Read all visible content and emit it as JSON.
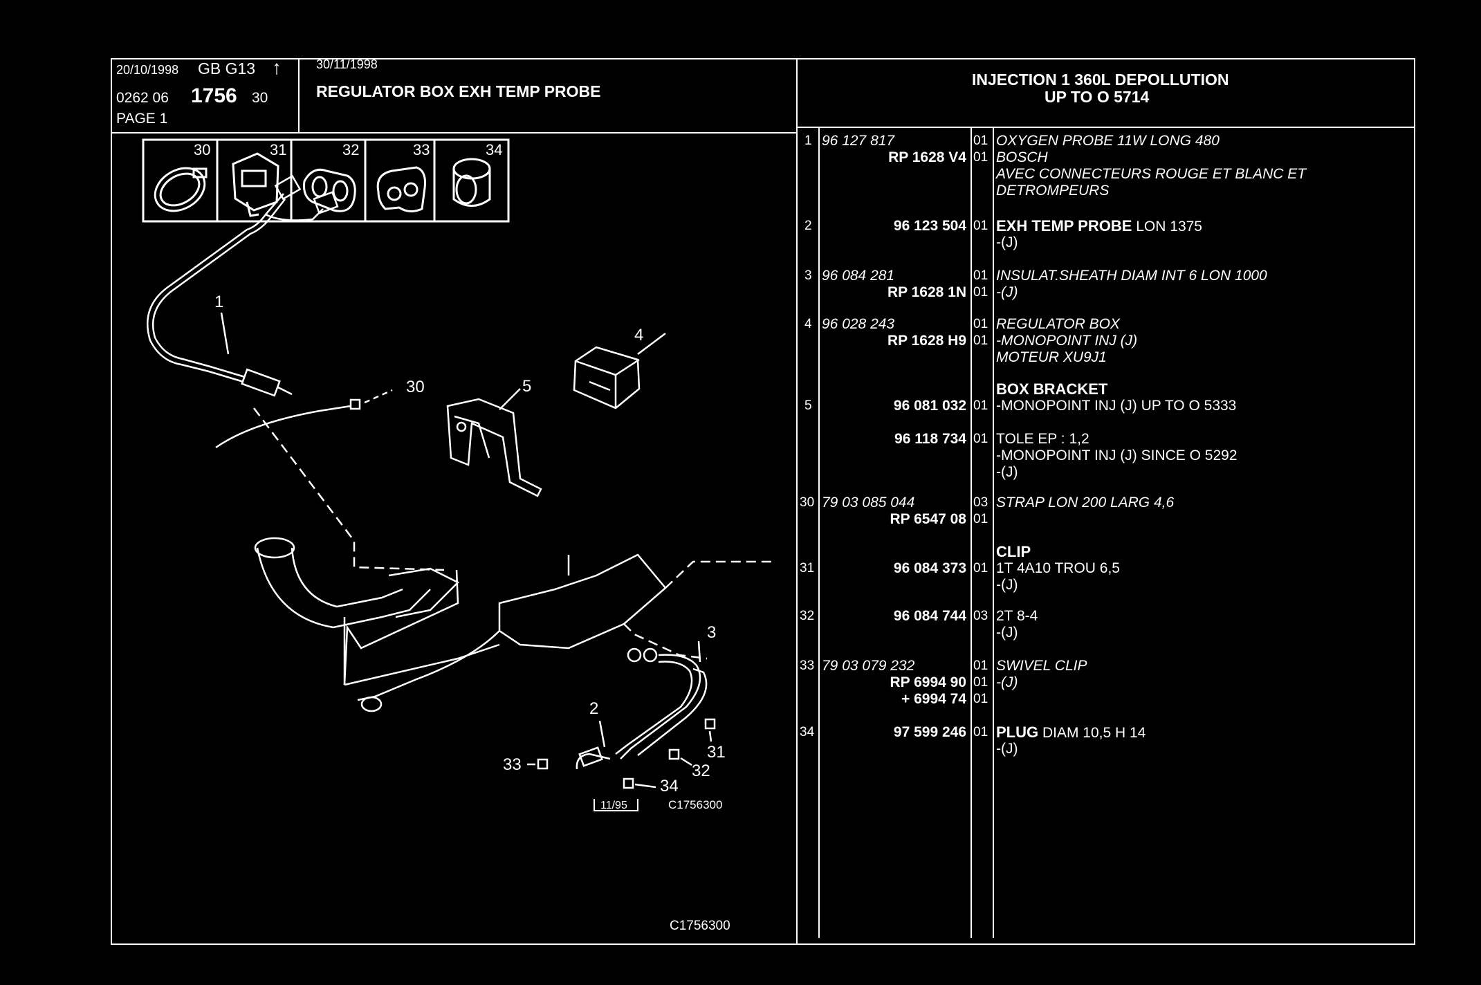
{
  "header": {
    "date1": "20/10/1998",
    "code_gb": "GB G13",
    "arrow": "↑",
    "ref_prefix": "0262 06",
    "ref_main": "1756",
    "ref_suffix": "30",
    "page": "PAGE 1",
    "date2": "30/11/1998",
    "title": "REGULATOR BOX EXH TEMP PROBE",
    "section_line1": "INJECTION 1 360L DEPOLLUTION",
    "section_line2": "UP TO O 5714"
  },
  "thumbnails": [
    "30",
    "31",
    "32",
    "33",
    "34"
  ],
  "diagram": {
    "callouts": [
      "1",
      "4",
      "30",
      "5",
      "3",
      "2",
      "31",
      "32",
      "33",
      "34"
    ],
    "date_box": "11/95",
    "ref_small": "C1756300",
    "ref_bottom": "C1756300"
  },
  "parts": [
    {
      "rn": "1",
      "pn": "96 127 817",
      "pn_italic": true,
      "q": "01",
      "desc": [
        {
          "bold": "",
          "text": "OXYGEN PROBE 11W LONG 480",
          "italic": true
        }
      ]
    },
    {
      "rn": "",
      "pn": "RP 1628 V4",
      "pn_bold": true,
      "q": "01",
      "desc": [
        {
          "bold": "",
          "text": "BOSCH",
          "italic": true
        },
        {
          "bold": "",
          "text": "AVEC CONNECTEURS ROUGE ET BLANC ET",
          "italic": true
        },
        {
          "bold": "",
          "text": "DETROMPEURS",
          "italic": true
        }
      ]
    },
    {
      "rn": "2",
      "pn": "96 123 504",
      "pn_bold": true,
      "q": "01",
      "desc": [
        {
          "bold": "EXH TEMP PROBE",
          "text": " LON 1375"
        },
        {
          "bold": "",
          "text": "-(J)"
        }
      ]
    },
    {
      "rn": "3",
      "pn": "96 084 281",
      "pn_italic": true,
      "q": "01",
      "desc": [
        {
          "bold": "",
          "text": "INSULAT.SHEATH DIAM INT 6 LON 1000",
          "italic": true
        }
      ]
    },
    {
      "rn": "",
      "pn": "RP 1628 1N",
      "pn_bold": true,
      "q": "01",
      "desc": [
        {
          "bold": "",
          "text": "-(J)",
          "italic": true
        }
      ]
    },
    {
      "rn": "4",
      "pn": "96 028 243",
      "pn_italic": true,
      "q": "01",
      "desc": [
        {
          "bold": "",
          "text": "REGULATOR BOX",
          "italic": true
        }
      ]
    },
    {
      "rn": "",
      "pn": "RP 1628 H9",
      "pn_bold": true,
      "q": "01",
      "desc": [
        {
          "bold": "",
          "text": "-MONOPOINT INJ (J)",
          "italic": true
        },
        {
          "bold": "",
          "text": "MOTEUR XU9J1",
          "italic": true
        }
      ]
    },
    {
      "rn": "",
      "pn": "",
      "q": "",
      "desc": [
        {
          "bold": "BOX BRACKET",
          "text": ""
        }
      ]
    },
    {
      "rn": "5",
      "pn": "96 081 032",
      "pn_bold": true,
      "q": "01",
      "desc": [
        {
          "bold": "",
          "text": "-MONOPOINT INJ (J) UP TO O 5333"
        }
      ]
    },
    {
      "rn": "",
      "pn": "96 118 734",
      "pn_bold": true,
      "q": "01",
      "desc": [
        {
          "bold": "",
          "text": "TOLE EP : 1,2"
        },
        {
          "bold": "",
          "text": "-MONOPOINT INJ (J) SINCE O 5292"
        },
        {
          "bold": "",
          "text": "-(J)"
        }
      ]
    },
    {
      "rn": "30",
      "pn": "79 03 085 044",
      "pn_italic": true,
      "q": "03",
      "desc": [
        {
          "bold": "",
          "text": "STRAP LON 200 LARG 4,6",
          "italic": true
        }
      ]
    },
    {
      "rn": "",
      "pn": "RP 6547 08",
      "pn_bold": true,
      "q": "01",
      "desc": []
    },
    {
      "rn": "",
      "pn": "",
      "q": "",
      "desc": [
        {
          "bold": "CLIP",
          "text": ""
        }
      ]
    },
    {
      "rn": "31",
      "pn": "96 084 373",
      "pn_bold": true,
      "q": "01",
      "desc": [
        {
          "bold": "",
          "text": "1T 4A10 TROU 6,5"
        },
        {
          "bold": "",
          "text": "-(J)"
        }
      ]
    },
    {
      "rn": "32",
      "pn": "96 084 744",
      "pn_bold": true,
      "q": "03",
      "desc": [
        {
          "bold": "",
          "text": "2T 8-4"
        },
        {
          "bold": "",
          "text": "-(J)"
        }
      ]
    },
    {
      "rn": "33",
      "pn": "79 03 079 232",
      "pn_italic": true,
      "q": "01",
      "desc": [
        {
          "bold": "",
          "text": "SWIVEL CLIP",
          "italic": true
        }
      ]
    },
    {
      "rn": "",
      "pn": "RP 6994 90",
      "pn_bold": true,
      "q": "01",
      "desc": [
        {
          "bold": "",
          "text": "-(J)",
          "italic": true
        }
      ]
    },
    {
      "rn": "",
      "pn": "+ 6994 74",
      "pn_bold": true,
      "q": "01",
      "desc": []
    },
    {
      "rn": "34",
      "pn": "97 599 246",
      "pn_bold": true,
      "q": "01",
      "desc": [
        {
          "bold": "PLUG",
          "text": " DIAM 10,5 H 14"
        },
        {
          "bold": "",
          "text": "-(J)"
        }
      ]
    }
  ]
}
